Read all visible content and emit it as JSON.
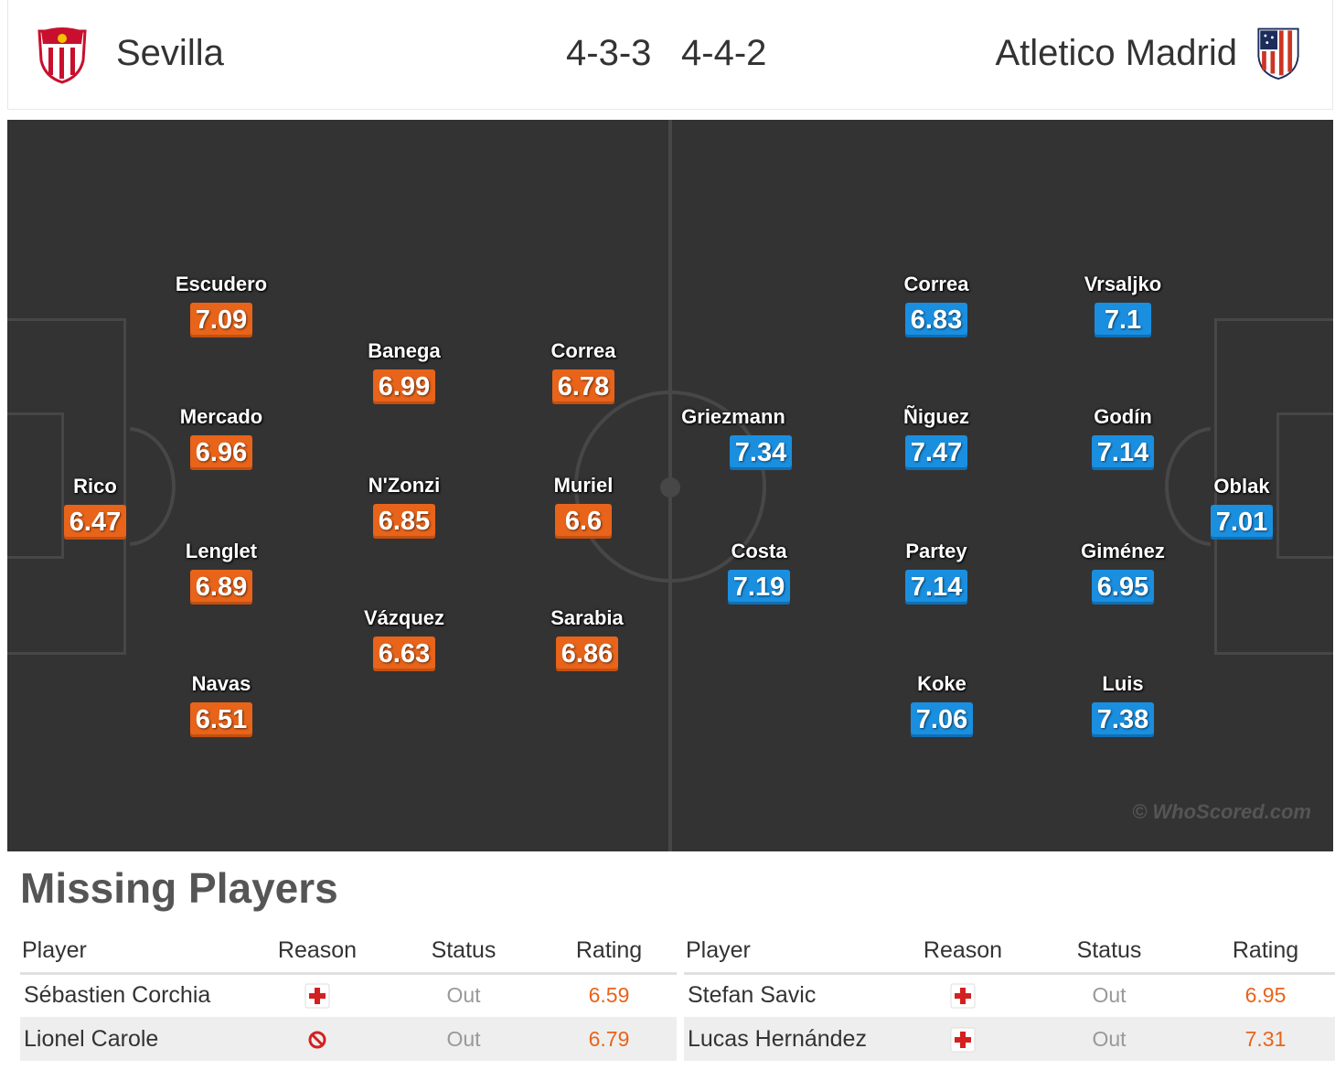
{
  "header": {
    "home_team": "Sevilla",
    "away_team": "Atletico Madrid",
    "home_formation": "4-3-3",
    "away_formation": "4-4-2",
    "home_crest_icon": "sevilla-crest-icon",
    "away_crest_icon": "atletico-crest-icon"
  },
  "colors": {
    "home_rating": "#e8641a",
    "away_rating": "#1a8fe0",
    "pitch": "#333333"
  },
  "pitch": {
    "watermark": "© WhoScored.com",
    "home_players": [
      {
        "name": "Rico",
        "rating": "6.47"
      },
      {
        "name": "Escudero",
        "rating": "7.09"
      },
      {
        "name": "Mercado",
        "rating": "6.96"
      },
      {
        "name": "Lenglet",
        "rating": "6.89"
      },
      {
        "name": "Navas",
        "rating": "6.51"
      },
      {
        "name": "Banega",
        "rating": "6.99"
      },
      {
        "name": "N'Zonzi",
        "rating": "6.85"
      },
      {
        "name": "Vázquez",
        "rating": "6.63"
      },
      {
        "name": "Correa",
        "rating": "6.78"
      },
      {
        "name": "Muriel",
        "rating": "6.6"
      },
      {
        "name": "Sarabia",
        "rating": "6.86"
      }
    ],
    "away_players": [
      {
        "name": "Oblak",
        "rating": "7.01"
      },
      {
        "name": "Vrsaljko",
        "rating": "7.1"
      },
      {
        "name": "Godín",
        "rating": "7.14"
      },
      {
        "name": "Giménez",
        "rating": "6.95"
      },
      {
        "name": "Luis",
        "rating": "7.38"
      },
      {
        "name": "Correa",
        "rating": "6.83"
      },
      {
        "name": "Ñiguez",
        "rating": "7.47"
      },
      {
        "name": "Partey",
        "rating": "7.14"
      },
      {
        "name": "Koke",
        "rating": "7.06"
      },
      {
        "name": "Griezmann",
        "rating": "7.34"
      },
      {
        "name": "Costa",
        "rating": "7.19"
      }
    ]
  },
  "missing": {
    "title": "Missing Players",
    "columns": {
      "player": "Player",
      "reason": "Reason",
      "status": "Status",
      "rating": "Rating"
    },
    "home": [
      {
        "player": "Sébastien Corchia",
        "reason_icon": "injury-cross-icon",
        "status": "Out",
        "rating": "6.59"
      },
      {
        "player": "Lionel Carole",
        "reason_icon": "suspension-icon",
        "status": "Out",
        "rating": "6.79"
      }
    ],
    "away": [
      {
        "player": "Stefan Savic",
        "reason_icon": "injury-cross-icon",
        "status": "Out",
        "rating": "6.95"
      },
      {
        "player": "Lucas Hernández",
        "reason_icon": "injury-cross-icon",
        "status": "Out",
        "rating": "7.31"
      }
    ]
  }
}
